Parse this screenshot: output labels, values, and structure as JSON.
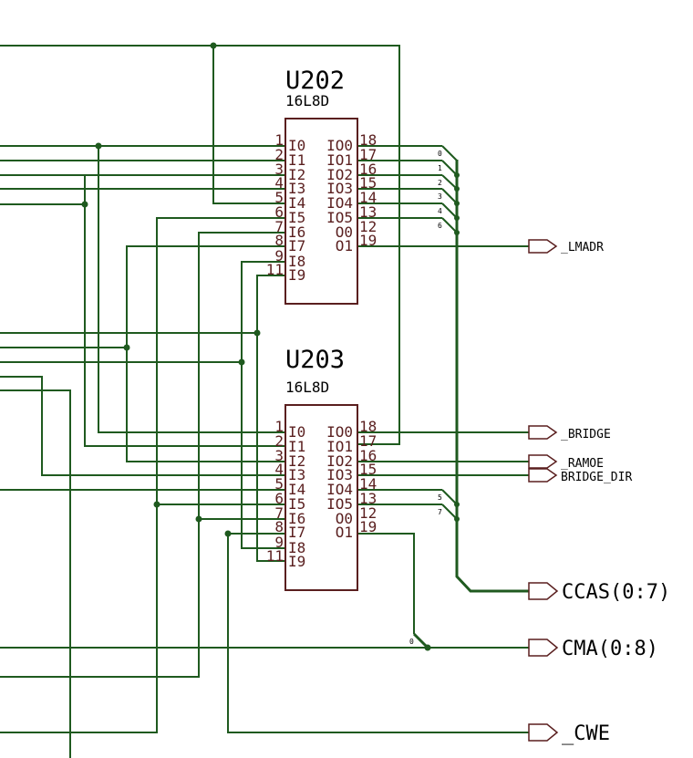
{
  "chips": [
    {
      "refdes": "U202",
      "part": "16L8D",
      "left_pins": [
        {
          "num": "1",
          "name": "I0"
        },
        {
          "num": "2",
          "name": "I1"
        },
        {
          "num": "3",
          "name": "I2"
        },
        {
          "num": "4",
          "name": "I3"
        },
        {
          "num": "5",
          "name": "I4"
        },
        {
          "num": "6",
          "name": "I5"
        },
        {
          "num": "7",
          "name": "I6"
        },
        {
          "num": "8",
          "name": "I7"
        },
        {
          "num": "9",
          "name": "I8"
        },
        {
          "num": "11",
          "name": "I9"
        }
      ],
      "right_pins": [
        {
          "num": "18",
          "name": "IO0"
        },
        {
          "num": "17",
          "name": "IO1"
        },
        {
          "num": "16",
          "name": "IO2"
        },
        {
          "num": "15",
          "name": "IO3"
        },
        {
          "num": "14",
          "name": "IO4"
        },
        {
          "num": "13",
          "name": "IO5"
        },
        {
          "num": "12",
          "name": "O0"
        },
        {
          "num": "19",
          "name": "O1"
        }
      ]
    },
    {
      "refdes": "U203",
      "part": "16L8D",
      "left_pins": [
        {
          "num": "1",
          "name": "I0"
        },
        {
          "num": "2",
          "name": "I1"
        },
        {
          "num": "3",
          "name": "I2"
        },
        {
          "num": "4",
          "name": "I3"
        },
        {
          "num": "5",
          "name": "I4"
        },
        {
          "num": "6",
          "name": "I5"
        },
        {
          "num": "7",
          "name": "I6"
        },
        {
          "num": "8",
          "name": "I7"
        },
        {
          "num": "9",
          "name": "I8"
        },
        {
          "num": "11",
          "name": "I9"
        }
      ],
      "right_pins": [
        {
          "num": "18",
          "name": "IO0"
        },
        {
          "num": "17",
          "name": "IO1"
        },
        {
          "num": "16",
          "name": "IO2"
        },
        {
          "num": "15",
          "name": "IO3"
        },
        {
          "num": "14",
          "name": "IO4"
        },
        {
          "num": "13",
          "name": "IO5"
        },
        {
          "num": "12",
          "name": "O0"
        },
        {
          "num": "19",
          "name": "O1"
        }
      ]
    }
  ],
  "net_labels": {
    "lmadr": "_LMADR",
    "bridge": "_BRIDGE",
    "ramoe": "_RAMOE",
    "bridge_dir": "BRIDGE_DIR",
    "ccas": "CCAS(0:7)",
    "cma": "CMA(0:8)",
    "cwe": "_CWE"
  },
  "bus_entries_top": [
    "0",
    "1",
    "2",
    "3",
    "4",
    "6"
  ],
  "bus_entries_bottom": [
    "5",
    "7"
  ],
  "cma_entry": "0"
}
